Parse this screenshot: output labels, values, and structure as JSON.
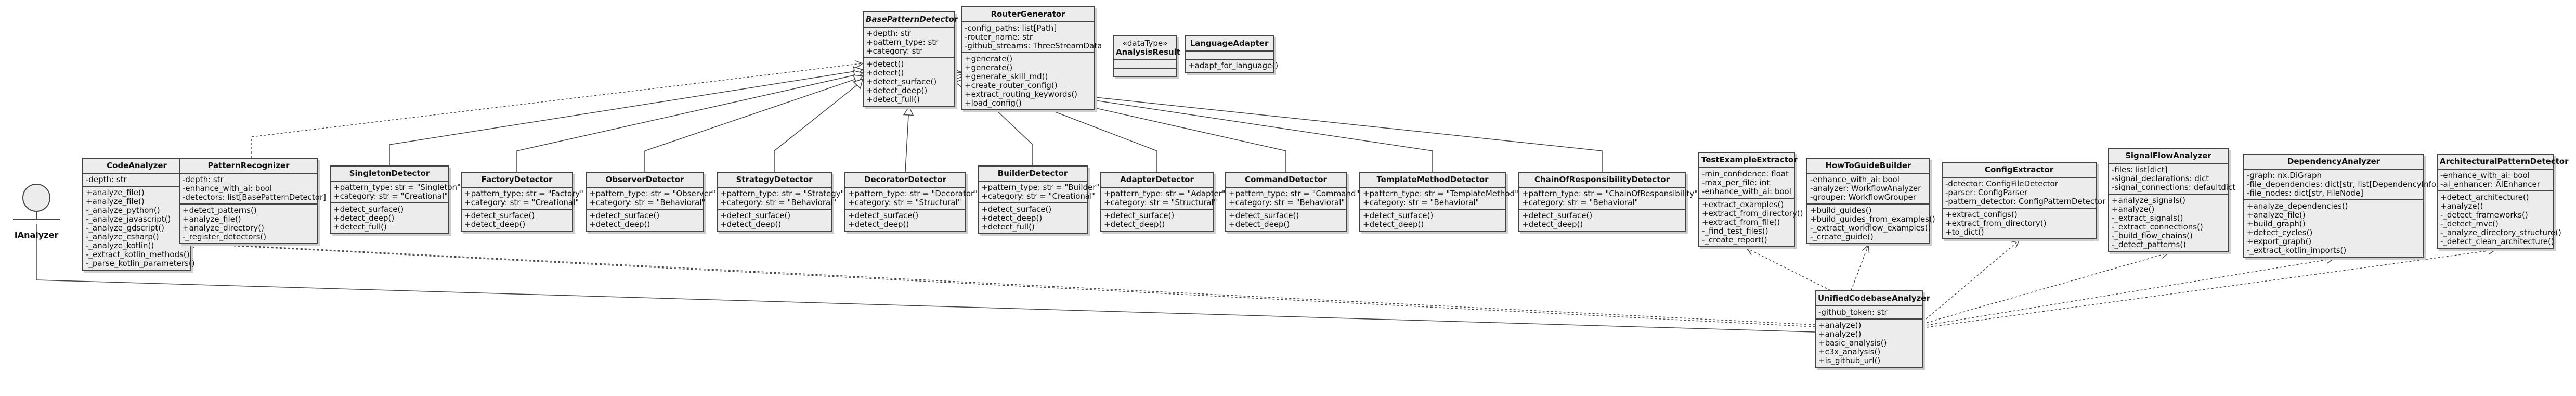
{
  "actor": {
    "name": "IAnalyzer"
  },
  "classes": [
    {
      "id": "BasePatternDetector",
      "name": "BasePatternDetector",
      "abstract": true,
      "attrs": [
        "+depth: str",
        "+pattern_type: str",
        "+category: str"
      ],
      "methods": [
        "+detect()",
        "+detect()",
        "+detect_surface()",
        "+detect_deep()",
        "+detect_full()"
      ]
    },
    {
      "id": "RouterGenerator",
      "name": "RouterGenerator",
      "attrs": [
        "-config_paths: list[Path]",
        "-router_name: str",
        "-github_streams: ThreeStreamData"
      ],
      "methods": [
        "+generate()",
        "+generate()",
        "+generate_skill_md()",
        "+create_router_config()",
        "+extract_routing_keywords()",
        "+load_config()"
      ]
    },
    {
      "id": "AnalysisResult",
      "name": "AnalysisResult",
      "stereotype": "«dataType»",
      "attrs": [],
      "methods": []
    },
    {
      "id": "LanguageAdapter",
      "name": "LanguageAdapter",
      "attrs": [],
      "methods": [
        "+adapt_for_language()"
      ]
    },
    {
      "id": "CodeAnalyzer",
      "name": "CodeAnalyzer",
      "attrs": [
        "-depth: str"
      ],
      "methods": [
        "+analyze_file()",
        "+analyze_file()",
        "-_analyze_python()",
        "-_analyze_javascript()",
        "-_analyze_gdscript()",
        "-_analyze_csharp()",
        "-_analyze_kotlin()",
        "-_extract_kotlin_methods()",
        "-_parse_kotlin_parameters()"
      ]
    },
    {
      "id": "PatternRecognizer",
      "name": "PatternRecognizer",
      "attrs": [
        "-depth: str",
        "-enhance_with_ai: bool",
        "-detectors: list[BasePatternDetector]"
      ],
      "methods": [
        "+detect_patterns()",
        "+analyze_file()",
        "+analyze_directory()",
        "-_register_detectors()"
      ]
    },
    {
      "id": "SingletonDetector",
      "name": "SingletonDetector",
      "attrs": [
        "+pattern_type: str = \"Singleton\"",
        "+category: str = \"Creational\""
      ],
      "methods": [
        "+detect_surface()",
        "+detect_deep()",
        "+detect_full()"
      ]
    },
    {
      "id": "FactoryDetector",
      "name": "FactoryDetector",
      "attrs": [
        "+pattern_type: str = \"Factory\"",
        "+category: str = \"Creational\""
      ],
      "methods": [
        "+detect_surface()",
        "+detect_deep()"
      ]
    },
    {
      "id": "ObserverDetector",
      "name": "ObserverDetector",
      "attrs": [
        "+pattern_type: str = \"Observer\"",
        "+category: str = \"Behavioral\""
      ],
      "methods": [
        "+detect_surface()",
        "+detect_deep()"
      ]
    },
    {
      "id": "StrategyDetector",
      "name": "StrategyDetector",
      "attrs": [
        "+pattern_type: str = \"Strategy\"",
        "+category: str = \"Behavioral\""
      ],
      "methods": [
        "+detect_surface()",
        "+detect_deep()"
      ]
    },
    {
      "id": "DecoratorDetector",
      "name": "DecoratorDetector",
      "attrs": [
        "+pattern_type: str = \"Decorator\"",
        "+category: str = \"Structural\""
      ],
      "methods": [
        "+detect_surface()",
        "+detect_deep()"
      ]
    },
    {
      "id": "BuilderDetector",
      "name": "BuilderDetector",
      "attrs": [
        "+pattern_type: str = \"Builder\"",
        "+category: str = \"Creational\""
      ],
      "methods": [
        "+detect_surface()",
        "+detect_deep()",
        "+detect_full()"
      ]
    },
    {
      "id": "AdapterDetector",
      "name": "AdapterDetector",
      "attrs": [
        "+pattern_type: str = \"Adapter\"",
        "+category: str = \"Structural\""
      ],
      "methods": [
        "+detect_surface()",
        "+detect_deep()"
      ]
    },
    {
      "id": "CommandDetector",
      "name": "CommandDetector",
      "attrs": [
        "+pattern_type: str = \"Command\"",
        "+category: str = \"Behavioral\""
      ],
      "methods": [
        "+detect_surface()",
        "+detect_deep()"
      ]
    },
    {
      "id": "TemplateMethodDetector",
      "name": "TemplateMethodDetector",
      "attrs": [
        "+pattern_type: str = \"TemplateMethod\"",
        "+category: str = \"Behavioral\""
      ],
      "methods": [
        "+detect_surface()",
        "+detect_deep()"
      ]
    },
    {
      "id": "ChainOfResponsibilityDetector",
      "name": "ChainOfResponsibilityDetector",
      "attrs": [
        "+pattern_type: str = \"ChainOfResponsibility\"",
        "+category: str = \"Behavioral\""
      ],
      "methods": [
        "+detect_surface()",
        "+detect_deep()"
      ]
    },
    {
      "id": "TestExampleExtractor",
      "name": "TestExampleExtractor",
      "attrs": [
        "-min_confidence: float",
        "-max_per_file: int",
        "-enhance_with_ai: bool"
      ],
      "methods": [
        "+extract_examples()",
        "+extract_from_directory()",
        "+extract_from_file()",
        "-_find_test_files()",
        "-_create_report()"
      ]
    },
    {
      "id": "HowToGuideBuilder",
      "name": "HowToGuideBuilder",
      "attrs": [
        "-enhance_with_ai: bool",
        "-analyzer: WorkflowAnalyzer",
        "-grouper: WorkflowGrouper"
      ],
      "methods": [
        "+build_guides()",
        "+build_guides_from_examples()",
        "-_extract_workflow_examples()",
        "-_create_guide()"
      ]
    },
    {
      "id": "ConfigExtractor",
      "name": "ConfigExtractor",
      "attrs": [
        "-detector: ConfigFileDetector",
        "-parser: ConfigParser",
        "-pattern_detector: ConfigPatternDetector"
      ],
      "methods": [
        "+extract_configs()",
        "+extract_from_directory()",
        "+to_dict()"
      ]
    },
    {
      "id": "SignalFlowAnalyzer",
      "name": "SignalFlowAnalyzer",
      "attrs": [
        "-files: list[dict]",
        "-signal_declarations: dict",
        "-signal_connections: defaultdict"
      ],
      "methods": [
        "+analyze_signals()",
        "+analyze()",
        "-_extract_signals()",
        "-_extract_connections()",
        "-_build_flow_chains()",
        "-_detect_patterns()"
      ]
    },
    {
      "id": "DependencyAnalyzer",
      "name": "DependencyAnalyzer",
      "attrs": [
        "-graph: nx.DiGraph",
        "-file_dependencies: dict[str, list[DependencyInfo]]",
        "-file_nodes: dict[str, FileNode]"
      ],
      "methods": [
        "+analyze_dependencies()",
        "+analyze_file()",
        "+build_graph()",
        "+detect_cycles()",
        "+export_graph()",
        "-_extract_kotlin_imports()"
      ]
    },
    {
      "id": "ArchitecturalPatternDetector",
      "name": "ArchitecturalPatternDetector",
      "attrs": [
        "-enhance_with_ai: bool",
        "-ai_enhancer: AIEnhancer"
      ],
      "methods": [
        "+detect_architecture()",
        "+analyze()",
        "-_detect_frameworks()",
        "-_detect_mvc()",
        "-_analyze_directory_structure()",
        "-_detect_clean_architecture()"
      ]
    },
    {
      "id": "UnifiedCodebaseAnalyzer",
      "name": "UnifiedCodebaseAnalyzer",
      "attrs": [
        "-github_token: str"
      ],
      "methods": [
        "+analyze()",
        "+analyze()",
        "+basic_analysis()",
        "+c3x_analysis()",
        "+is_github_url()"
      ]
    }
  ]
}
